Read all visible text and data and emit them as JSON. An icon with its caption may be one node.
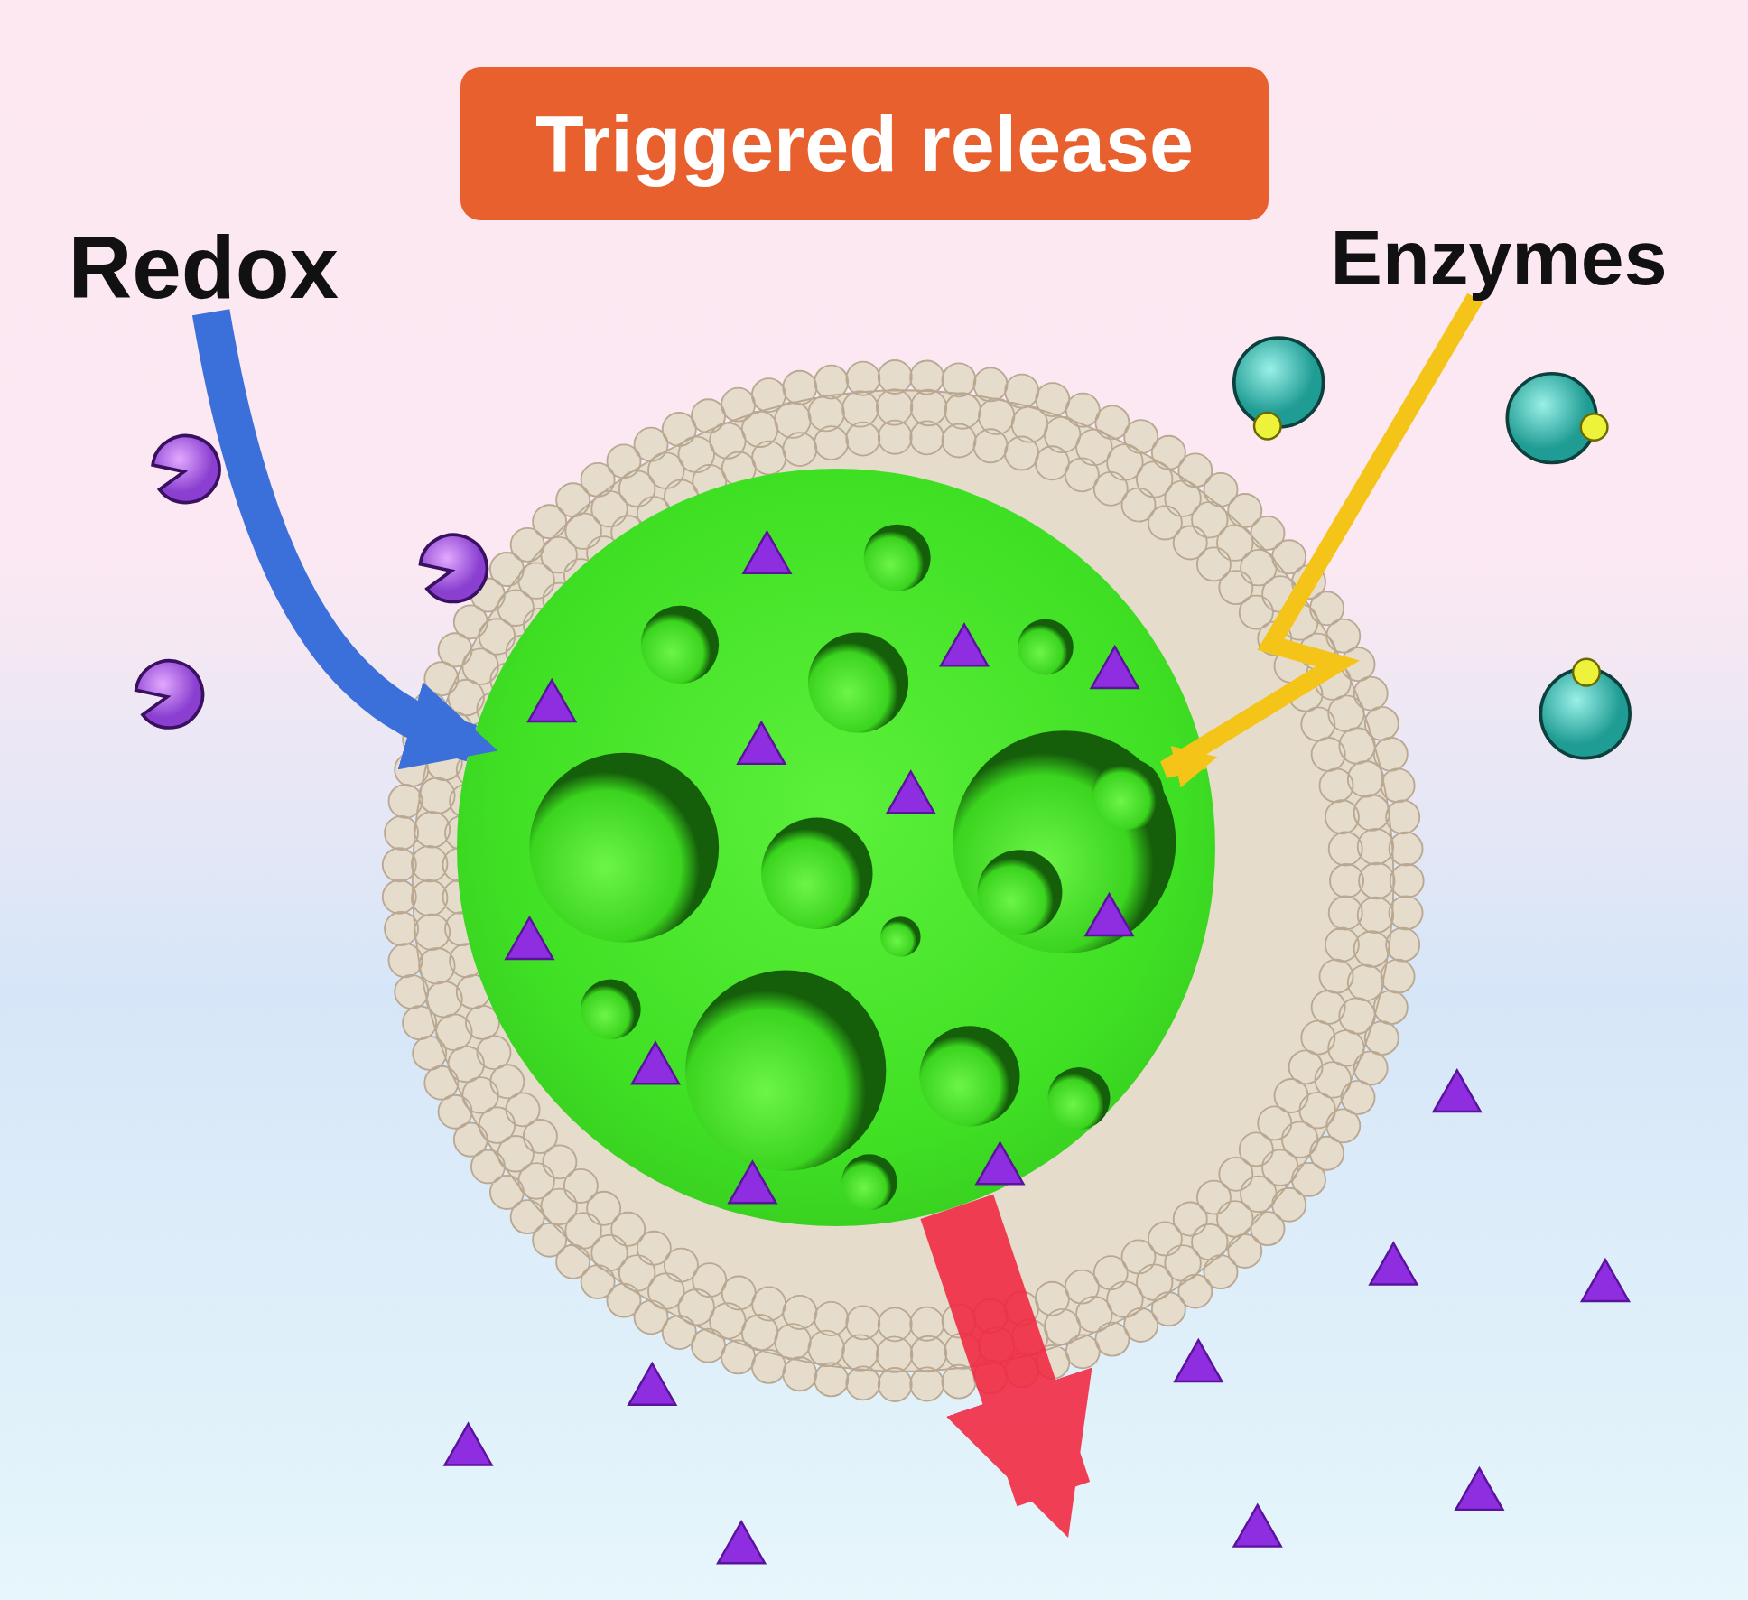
{
  "diagram": {
    "title": "Triggered release",
    "nodes": [
      {
        "text": [
          "Redox"
        ]
      },
      {
        "text": [
          "Enzymes"
        ]
      },
      {
        "text": [],
        "shape": "circle"
      }
    ],
    "edges": [
      {
        "from": 0,
        "to": 2,
        "arrow": "to",
        "color": "#3b6fd9"
      },
      {
        "from": 1,
        "to": 2,
        "arrow": "to",
        "color": "#f4c419"
      },
      {
        "from": 2,
        "to": null,
        "arrow": "to",
        "color": "#f2263f",
        "style": "thick"
      }
    ]
  }
}
